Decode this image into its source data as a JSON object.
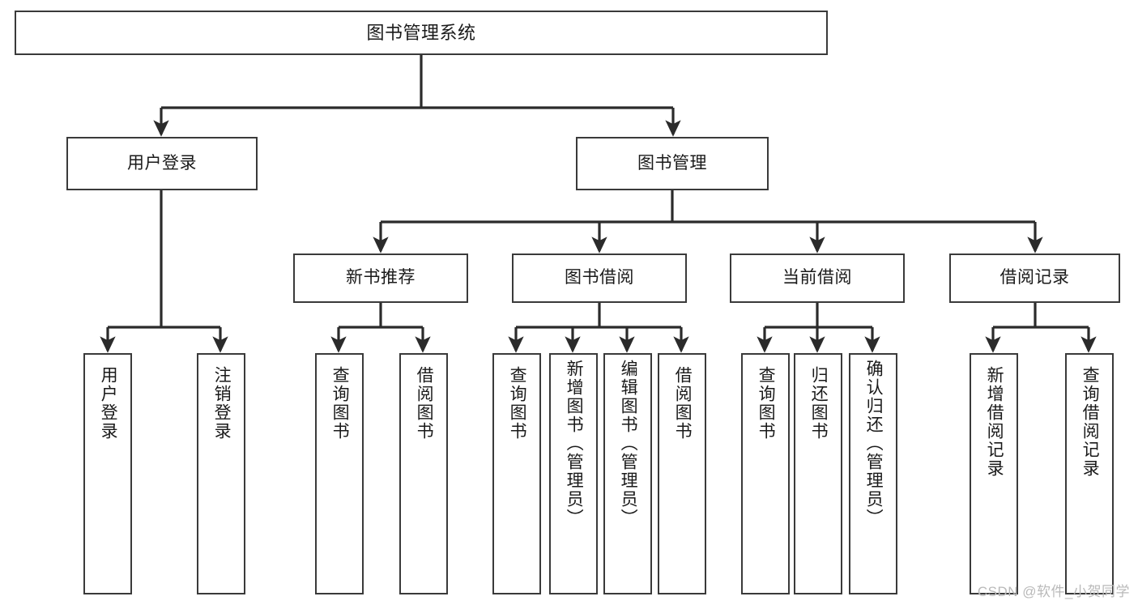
{
  "diagram": {
    "type": "tree-hierarchy-chart",
    "title": "图书管理系统",
    "watermark": "CSDN @软件_小贺同学",
    "colors": {
      "box_border": "#3a3a3a",
      "box_fill": "#ffffff",
      "edge": "#2b2b2b",
      "text": "#1a1a1a",
      "watermark": "#b9b9b9",
      "background": "#ffffff"
    },
    "nodes": {
      "root": {
        "label": "图书管理系统"
      },
      "level2": [
        {
          "id": "user-login",
          "label": "用户登录"
        },
        {
          "id": "book-management",
          "label": "图书管理"
        }
      ],
      "level3": [
        {
          "id": "new-book-recommend",
          "label": "新书推荐"
        },
        {
          "id": "book-borrow",
          "label": "图书借阅"
        },
        {
          "id": "current-borrow",
          "label": "当前借阅"
        },
        {
          "id": "borrow-record",
          "label": "借阅记录"
        }
      ],
      "leaves": {
        "user_login": [
          {
            "id": "leaf-user-login",
            "label": "用户登录"
          },
          {
            "id": "leaf-logout-login",
            "label": "注销登录"
          }
        ],
        "new_book_recommend": [
          {
            "id": "leaf-query-book-1",
            "label": "查询图书"
          },
          {
            "id": "leaf-borrow-book-1",
            "label": "借阅图书"
          }
        ],
        "book_borrow": [
          {
            "id": "leaf-query-book-2",
            "label": "查询图书"
          },
          {
            "id": "leaf-add-book",
            "label": "新增图书（管理员）"
          },
          {
            "id": "leaf-edit-book",
            "label": "编辑图书（管理员）"
          },
          {
            "id": "leaf-borrow-book-2",
            "label": "借阅图书"
          }
        ],
        "current_borrow": [
          {
            "id": "leaf-query-book-3",
            "label": "查询图书"
          },
          {
            "id": "leaf-return-book",
            "label": "归还图书"
          },
          {
            "id": "leaf-confirm-return",
            "label": "确认归还（管理员）"
          }
        ],
        "borrow_record": [
          {
            "id": "leaf-add-record",
            "label": "新增借阅记录"
          },
          {
            "id": "leaf-query-record",
            "label": "查询借阅记录"
          }
        ]
      }
    }
  }
}
